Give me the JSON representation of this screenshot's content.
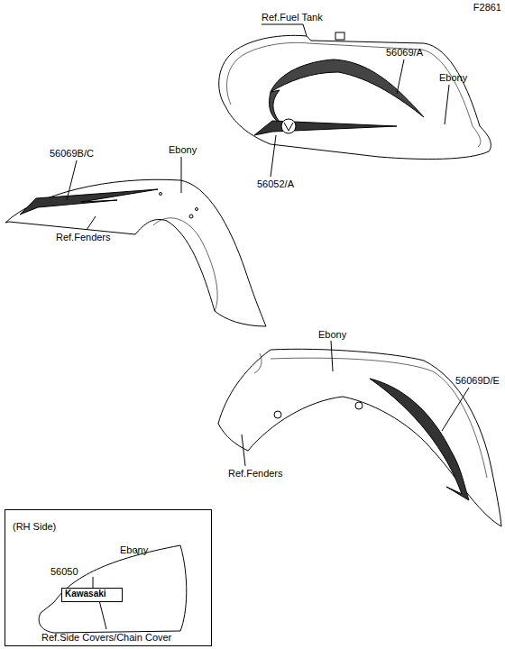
{
  "diagram": {
    "nodes": [
      {
        "text": [
          "(RH Side)",
          "Ebony",
          "56050",
          "Ref.Side Covers/Chain Cover"
        ]
      },
      {
        "text": [
          "Kawasaki"
        ],
        "in": 0
      }
    ],
    "labels": [
      "F2861",
      "Ref.Fuel Tank",
      "56069/A",
      "Ebony",
      "56052/A",
      "56069B/C",
      "Ebony",
      "Ref.Fenders",
      "Ebony",
      "56069D/E",
      "Ref.Fenders"
    ]
  }
}
